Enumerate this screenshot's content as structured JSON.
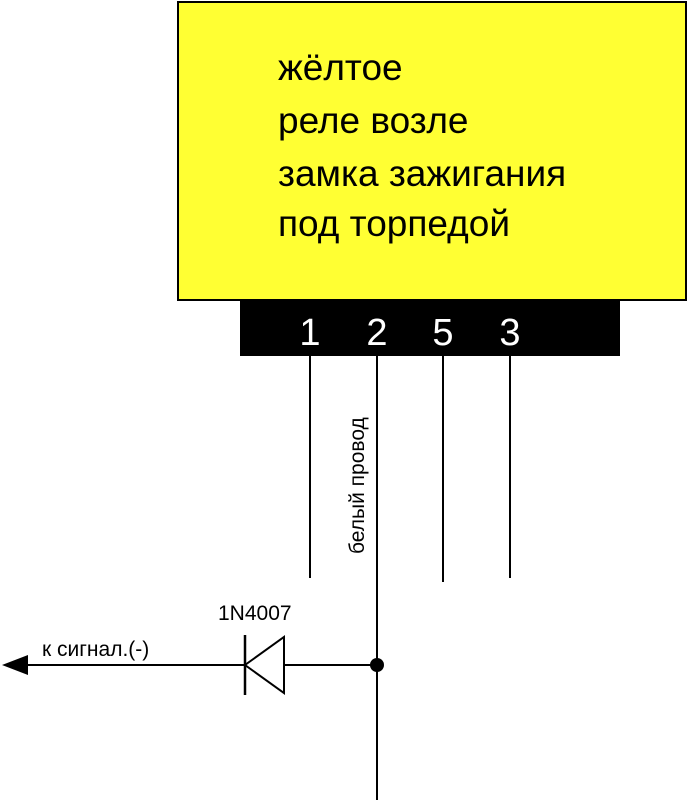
{
  "relay": {
    "fill_color": "#ffff33",
    "lines": [
      "жёлтое",
      "реле возле",
      "замка зажигания",
      "под торпедой"
    ]
  },
  "connector": {
    "fill_color": "#000000",
    "pins": [
      "1",
      "2",
      "5",
      "3"
    ]
  },
  "wire_label": "белый провод",
  "diode": {
    "label": "1N4007"
  },
  "output": {
    "label": "к сигнал.(-)"
  }
}
